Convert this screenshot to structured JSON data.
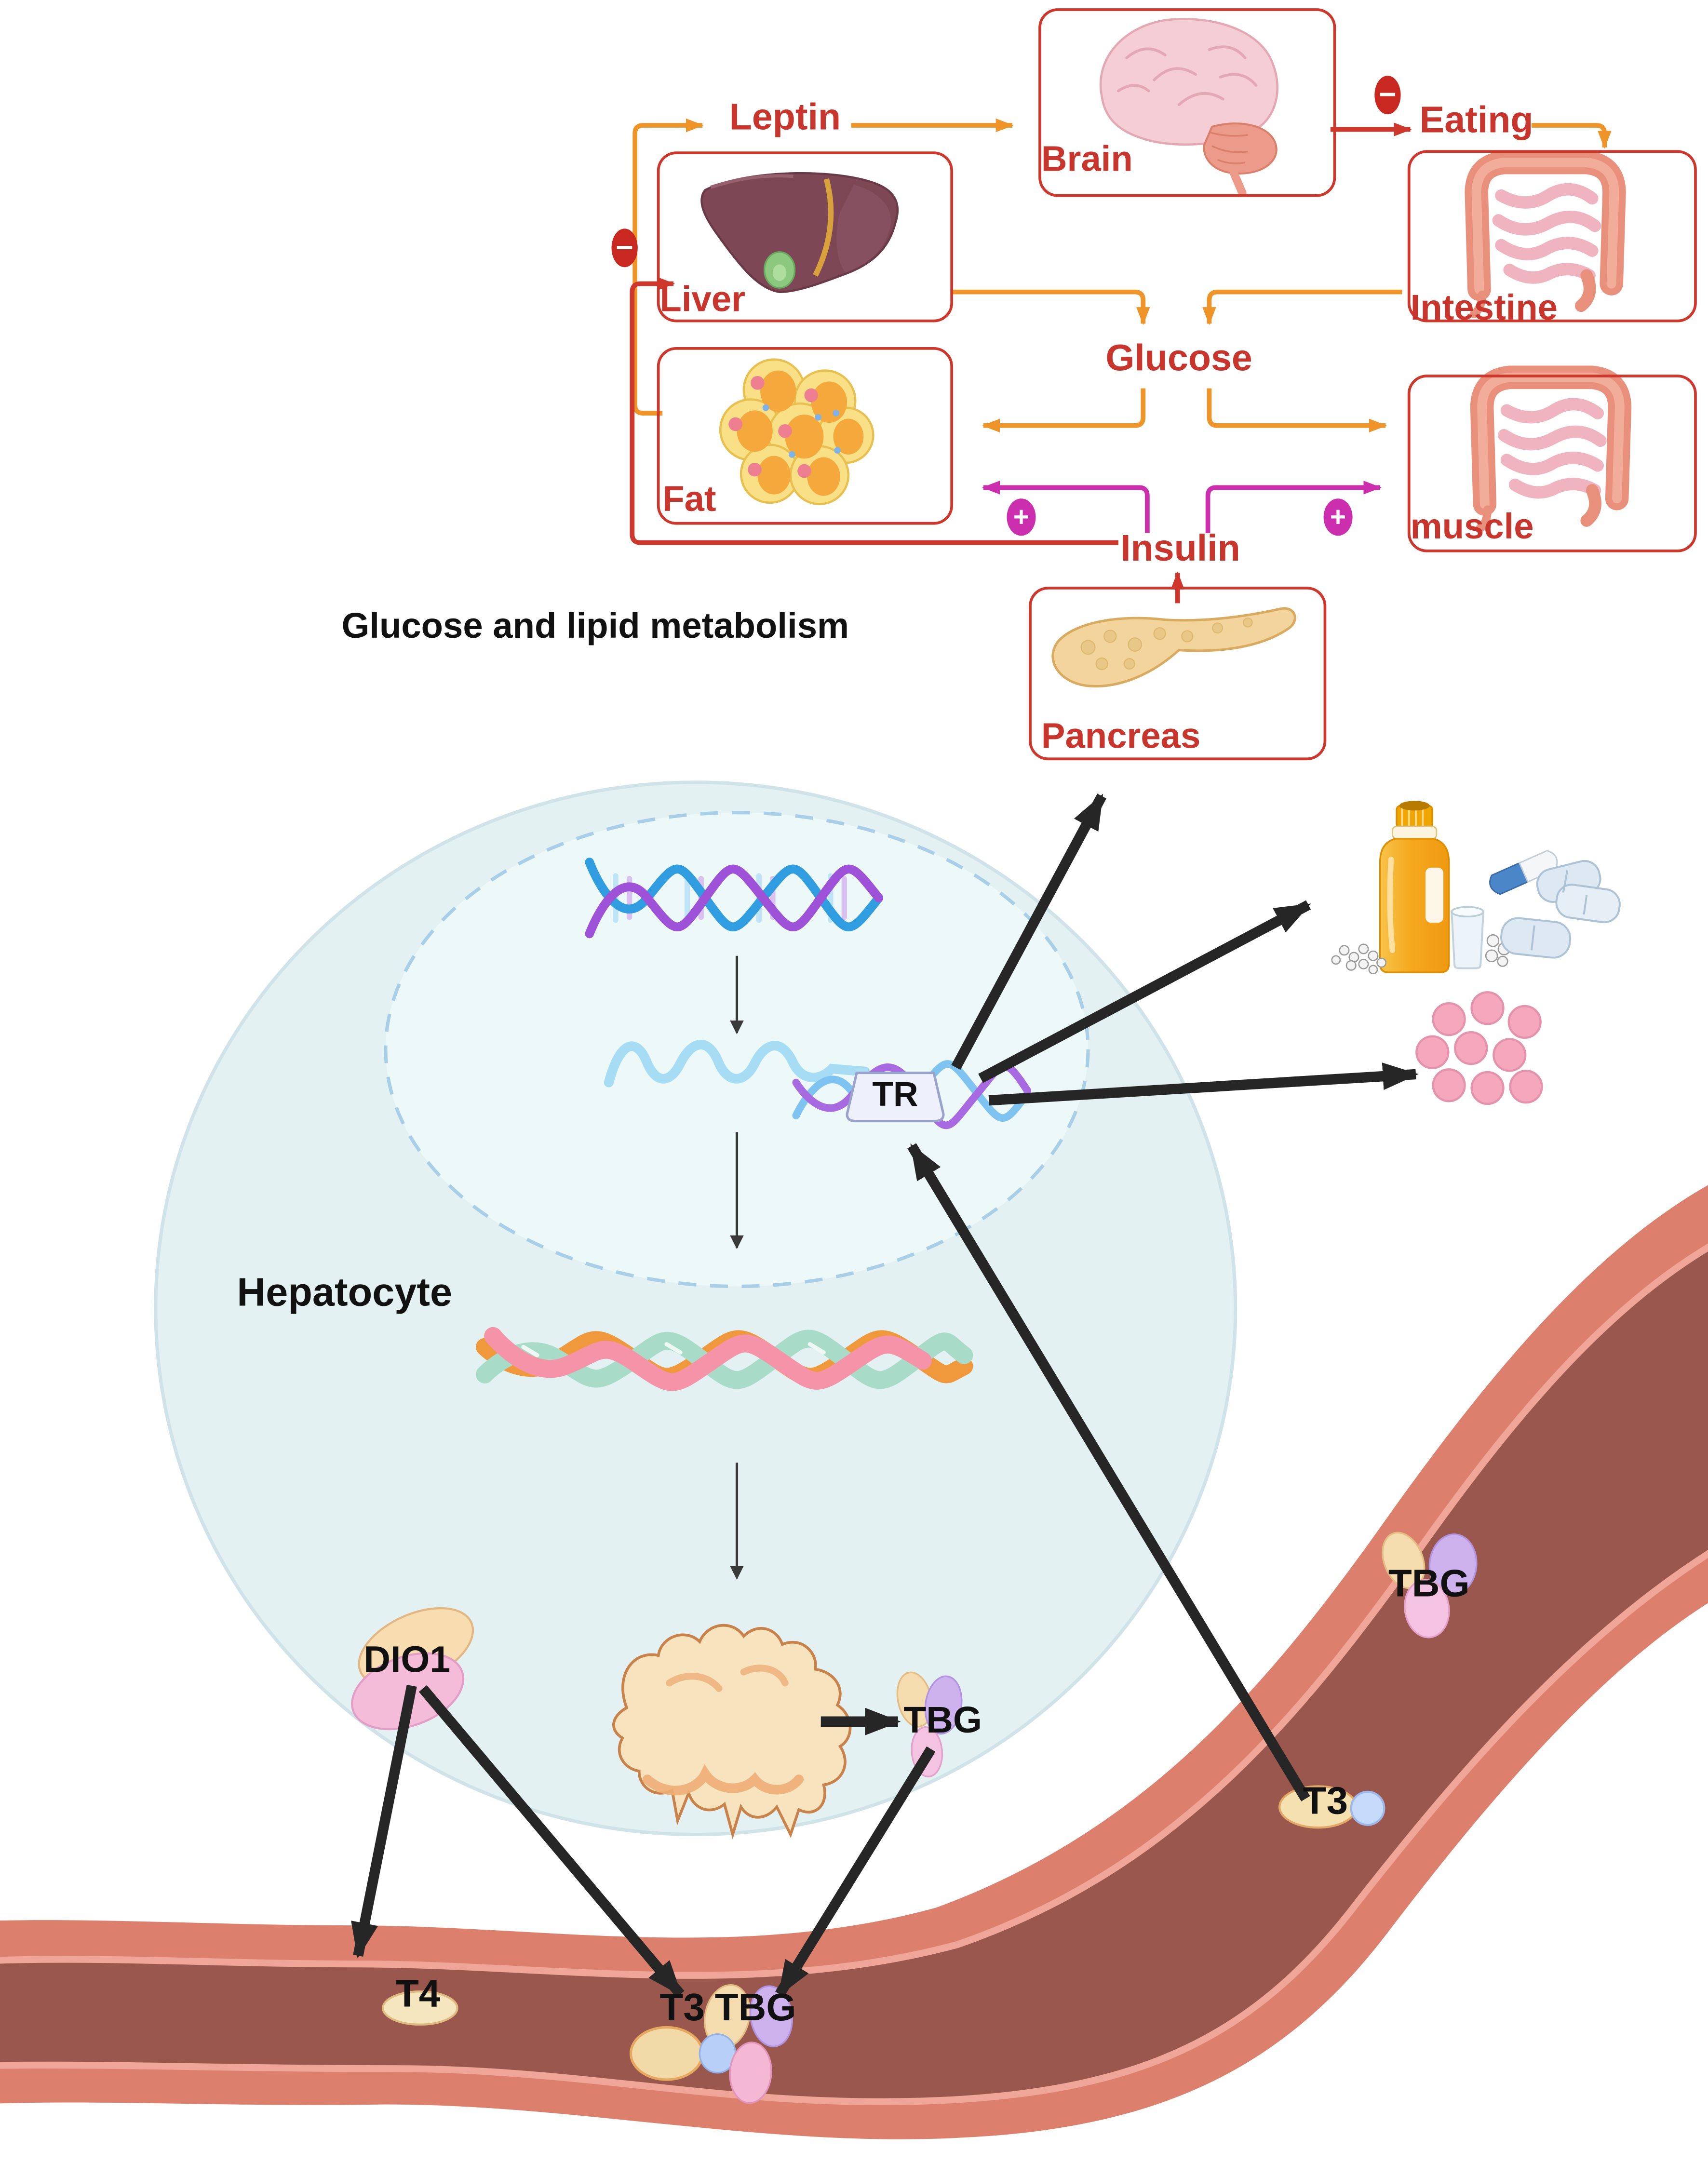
{
  "title": "Glucose and lipid metabolism",
  "top_diagram": {
    "organs": [
      {
        "label": "Brain"
      },
      {
        "label": "Liver"
      },
      {
        "label": "Intestine"
      },
      {
        "label": "Fat"
      },
      {
        "label": "muscle"
      },
      {
        "label": "Pancreas"
      }
    ],
    "hormones": {
      "leptin": "Leptin",
      "eating": "Eating",
      "glucose": "Glucose",
      "insulin": "Insulin"
    },
    "signs": {
      "inhibit": "−",
      "stimulate": "+"
    },
    "arrow_colors": {
      "orange": "#ee9428",
      "red": "#ce372b",
      "magenta": "#cb2fae"
    }
  },
  "cell": {
    "name": "Hepatocyte",
    "receptor": "TR",
    "fill": "#e4f1f2",
    "nucleus_fill": "#edf8f9"
  },
  "molecules": {
    "dio1": "DIO1",
    "t4": "T4",
    "t3_bottom": "T3",
    "tbg_bottom": "TBG",
    "tbg_inner": "TBG",
    "tbg_blood": "TBG",
    "t3_blood": "T3"
  },
  "vessel": {
    "wall": "#dd7f6d",
    "lining": "#efa698",
    "lumen": "#9a574e"
  },
  "icons": {
    "brain_color": "#f5cdd4",
    "liver_color": "#7d4756",
    "intestine_color": "#e8907b",
    "fat_color": "#f9e086",
    "pancreas_color": "#f2d49c",
    "pill_color": "#f5a8bd",
    "bottle_color": "#f5a81e",
    "dna_blue": "#2f9de0",
    "dna_purple": "#9d52d8"
  }
}
